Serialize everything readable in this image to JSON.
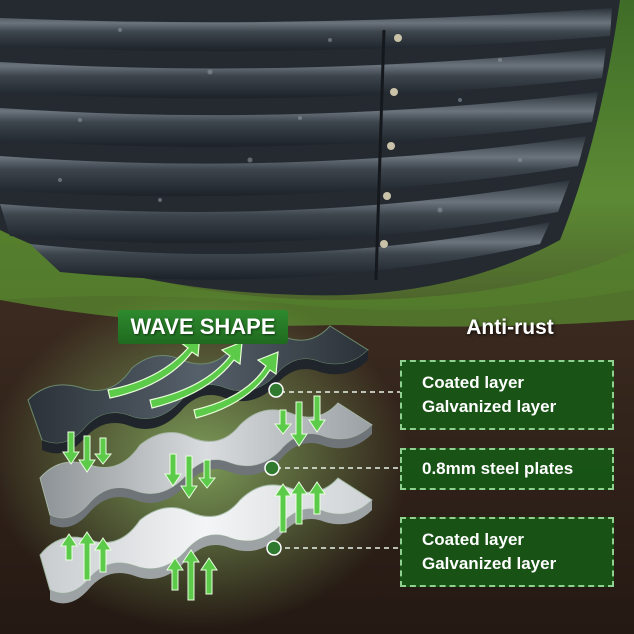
{
  "headings": {
    "wave_shape": "WAVE SHAPE",
    "anti_rust": "Anti-rust"
  },
  "layers": {
    "top": {
      "line1": "Coated layer",
      "line2": "Galvanized layer"
    },
    "middle": {
      "line1": "0.8mm steel plates"
    },
    "bottom": {
      "line1": "Coated layer",
      "line2": "Galvanized layer"
    }
  },
  "colors": {
    "label_bg": "#165a16",
    "label_border": "#8fd18f",
    "arrow_green": "#5ccb4a",
    "coated_steel": "#3b434b",
    "galvanized_steel": "#b9bdbf",
    "grass": "#4f7f2f",
    "soil": "#3a2a1f"
  }
}
